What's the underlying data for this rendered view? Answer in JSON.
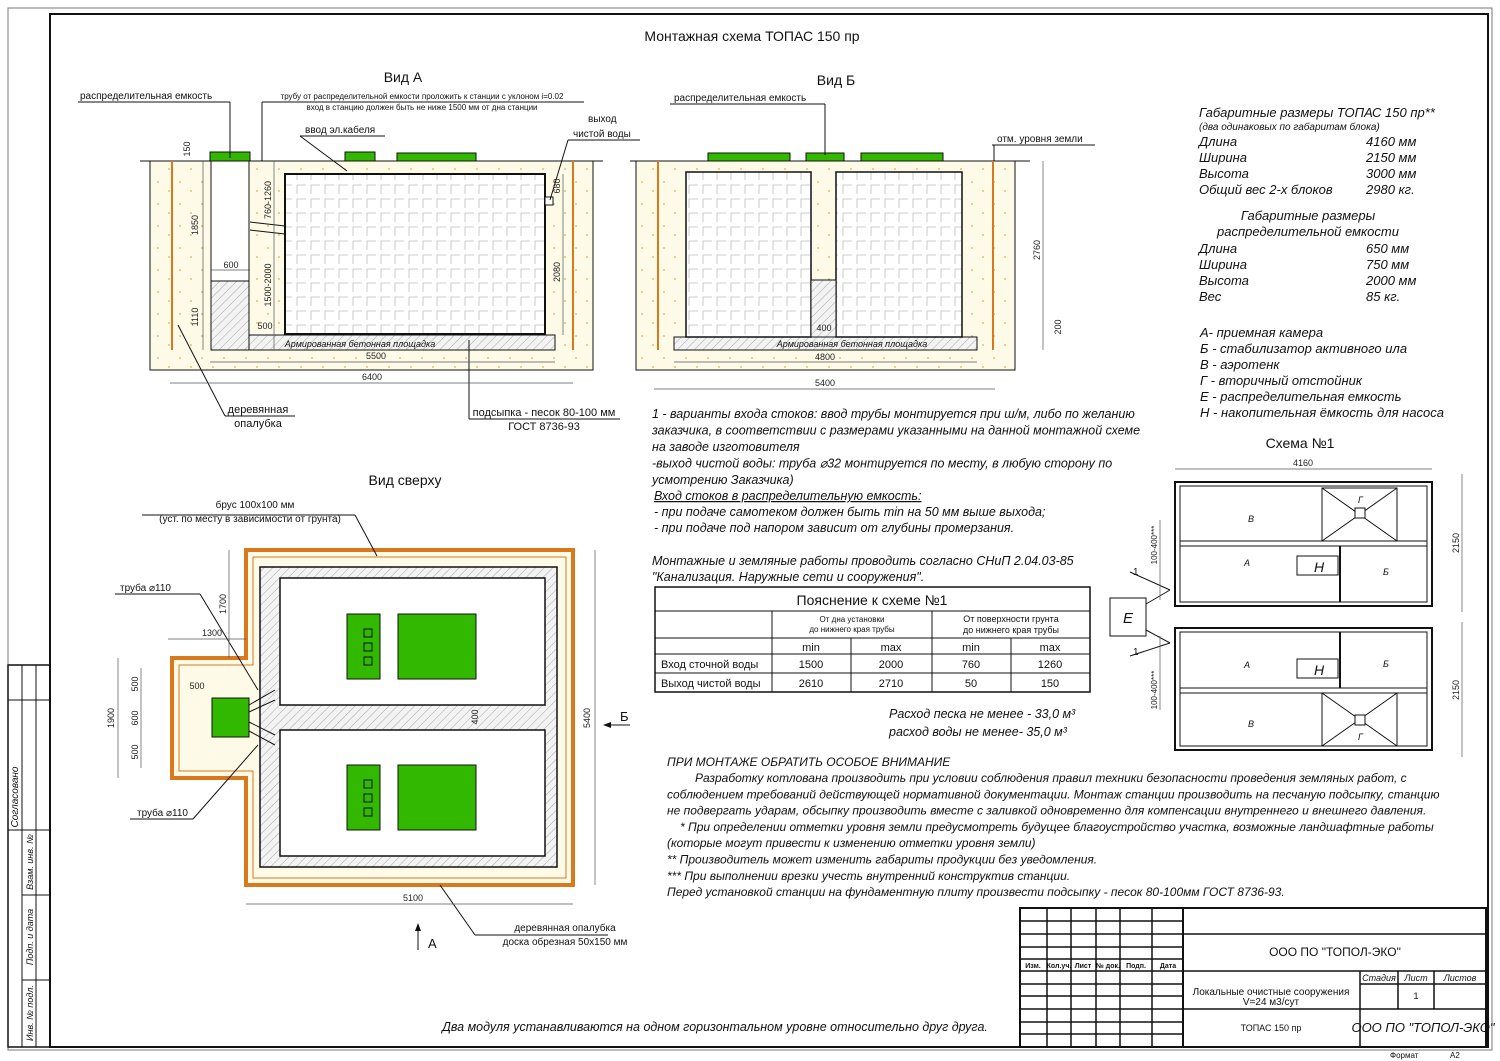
{
  "title": "Монтажная схема ТОПАС 150 пр",
  "view_a": {
    "title": "Вид А",
    "label_distribution_tank": "распределительная емкость",
    "label_pipe_note_1": "трубу от распределительной емкости проложить к станции с уклоном i=0.02",
    "label_pipe_note_2": "вход в станцию должен быть не ниже 1500 мм от дна станции",
    "label_cable": "ввод эл.кабеля",
    "label_outlet_1": "выход",
    "label_outlet_2": "чистой воды",
    "label_slab": "Армированная бетонная площадка",
    "label_formwork_1": "деревянная",
    "label_formwork_2": "опалубка",
    "label_sand_1": "подсыпка - песок 80-100 мм",
    "label_sand_2": "ГОСТ 8736-93",
    "dims": {
      "d150": "150",
      "d1850": "1850",
      "d1110": "1110",
      "d760_1260": "760-1260",
      "d1500_2000": "1500-2000",
      "d600": "600",
      "d500": "500",
      "d680": "680",
      "d2080": "2080",
      "d5500": "5500",
      "d6400": "6400"
    }
  },
  "view_b": {
    "title": "Вид Б",
    "label_distribution_tank": "распределительная емкость",
    "label_ground": "отм. уровня земли",
    "label_slab": "Армированная бетонная площадка",
    "dims": {
      "d2760": "2760",
      "d200": "200",
      "d400": "400",
      "d4800": "4800",
      "d5400": "5400"
    }
  },
  "view_top": {
    "title": "Вид сверху",
    "label_beam_1": "брус 100х100 мм",
    "label_beam_2": "(уст. по месту в зависимости от грунта)",
    "label_pipe_top": "труба ⌀110",
    "label_pipe_bottom": "труба ⌀110",
    "label_formwork_1": "деревянная опалубка",
    "label_formwork_2": "доска обрезная 50х150 мм",
    "arrow_a": "А",
    "arrow_b": "Б",
    "dims": {
      "d1700": "1700",
      "d1300": "1300",
      "d1900": "1900",
      "d500a": "500",
      "d600": "600",
      "d500b": "500",
      "d500c": "500",
      "d400": "400",
      "d5400": "5400",
      "d5100": "5100"
    }
  },
  "specs": {
    "station_title": "Габаритные размеры ТОПАС 150 пр**",
    "station_subtitle": "(два одинаковых по габаритам блока)",
    "station_rows": [
      {
        "label": "Длина",
        "value": "4160 мм"
      },
      {
        "label": "Ширина",
        "value": "2150 мм"
      },
      {
        "label": "Высота",
        "value": "3000 мм"
      },
      {
        "label": "Общий вес 2-х блоков",
        "value": "2980 кг."
      }
    ],
    "tank_title_1": "Габаритные размеры",
    "tank_title_2": "распределительной емкости",
    "tank_rows": [
      {
        "label": "Длина",
        "value": "650 мм"
      },
      {
        "label": "Ширина",
        "value": "750 мм"
      },
      {
        "label": "Высота",
        "value": "2000 мм"
      },
      {
        "label": "Вес",
        "value": "85 кг."
      }
    ],
    "legend": [
      "А- приемная  камера",
      "Б - стабилизатор активного ила",
      "В - аэротенк",
      "Г - вторичный отстойник",
      "Е - распределительная емкость",
      "Н - накопительная ёмкость для насоса"
    ]
  },
  "notes": {
    "lines": [
      "1 - варианты входа  стоков: ввод трубы монтируется при ш/м, либо по желанию",
      "заказчика, в соответствии с размерами указанными на данной монтажной схеме",
      "на заводе изготовителя",
      "-выход чистой воды: труба ⌀32 монтируется по месту, в любую сторону по",
      "усмотрению Заказчика)"
    ],
    "underlined": "Вход стоков в распределительную емкость:",
    "bullets": [
      "- при подаче самотеком должен быть min на 50 мм выше выхода;",
      "- при подаче под напором зависит от глубины промерзания."
    ],
    "snip_1": "Монтажные и земляные работы проводить согласно СНиП 2.04.03-85",
    "snip_2": "\"Канализация. Наружные сети и сооружения\"."
  },
  "table": {
    "title": "Пояснение к схеме №1",
    "group_1_l1": "От дна установки",
    "group_1_l2": "до нижнего края трубы",
    "group_2_l1": "От поверхности грунта",
    "group_2_l2": "до нижнего края трубы",
    "sub": [
      "min",
      "max",
      "min",
      "max"
    ],
    "rows": [
      {
        "label": "Вход сточной воды",
        "values": [
          "1500",
          "2000",
          "760",
          "1260"
        ]
      },
      {
        "label": "Выход чистой воды",
        "values": [
          "2610",
          "2710",
          "50",
          "150"
        ]
      }
    ]
  },
  "consumption": {
    "sand": "Расход песка не менее - 33,0 м³",
    "water": "расход воды не менее- 35,0 м³"
  },
  "scheme": {
    "title": "Схема №1",
    "dim_length": "4160",
    "dim_width_top": "2150",
    "dim_width_bottom": "2150",
    "dim_offset_top": "100-400***",
    "dim_offset_bottom": "100-400***",
    "callout_top": "1",
    "callout_bottom": "1",
    "letters": {
      "a": "А",
      "b": "Б",
      "v": "В",
      "g": "Г",
      "e": "Е",
      "n": "Н"
    }
  },
  "attention": {
    "title": "ПРИ МОНТАЖЕ ОБРАТИТЬ ОСОБОЕ ВНИМАНИЕ",
    "lines": [
      "Разработку котлована производить при условии соблюдения правил техники безопасности проведения земляных работ, с",
      "соблюдением требований действующей нормативной документации. Монтаж станции производить на песчаную подсыпку, станцию",
      "не подвергать ударам, обсыпку производить вместе с заливкой одновременно для компенсации внутреннего и внешнего давления.",
      "* При определении отметки уровня земли предусмотреть будущее благоустройство участка, возможные ландшафтные работы",
      "(которые могут привести к изменению отметки уровня земли)",
      "** Производитель может изменить габариты продукции без уведомления.",
      "*** При выполнении врезки учесть внутренний конструктив станции.",
      "Перед установкой станции на фундаментную плиту произвести подсыпку - песок 80-100мм ГОСТ 8736-93."
    ]
  },
  "footer_note": "Два модуля устанавливаются на одном горизонтальном уровне относительно друг друга.",
  "stamp": {
    "cols": [
      "Изм.",
      "Кол.уч.",
      "Лист",
      "№ док.",
      "Подп.",
      "Дата"
    ],
    "company": "ООО ПО \"ТОПОЛ-ЭКО\"",
    "object_1": "Локальные очистные сооружения",
    "object_2": "V=24 м3/сут",
    "stage_label": "Стадия",
    "sheet_label": "Лист",
    "sheets_label": "Листов",
    "sheet_value": "1",
    "product": "ТОПАС 150 пр",
    "company_italic": "ООО ПО \"ТОПОЛ-ЭКО\"",
    "format_label": "Формат",
    "format_value": "А2"
  },
  "side_stamp": {
    "agreed": "Согласовано",
    "replace_inv": "Взам. инв. №",
    "sign_date": "Подп. и дата",
    "inv_orig": "Инв. № подл."
  },
  "colors": {
    "green": "#33b800",
    "wood": "#d9791c",
    "sand": "#fdfae8"
  }
}
